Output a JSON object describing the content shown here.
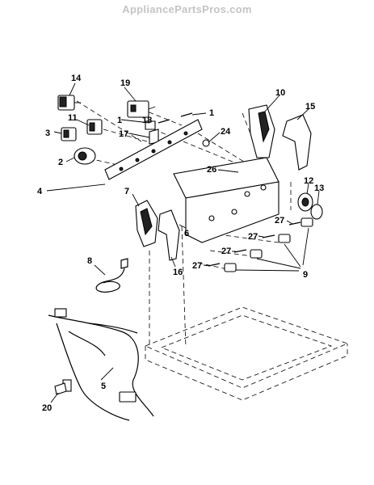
{
  "watermark": "AppliancePartsPros.com",
  "callouts": [
    {
      "id": "14",
      "label": "14"
    },
    {
      "id": "19",
      "label": "19"
    },
    {
      "id": "1a",
      "label": "1"
    },
    {
      "id": "1b",
      "label": "1"
    },
    {
      "id": "18",
      "label": "18"
    },
    {
      "id": "11",
      "label": "11"
    },
    {
      "id": "3",
      "label": "3"
    },
    {
      "id": "17",
      "label": "17"
    },
    {
      "id": "24",
      "label": "24"
    },
    {
      "id": "10",
      "label": "10"
    },
    {
      "id": "15",
      "label": "15"
    },
    {
      "id": "2",
      "label": "2"
    },
    {
      "id": "26",
      "label": "26"
    },
    {
      "id": "4",
      "label": "4"
    },
    {
      "id": "7",
      "label": "7"
    },
    {
      "id": "12",
      "label": "12"
    },
    {
      "id": "13",
      "label": "13"
    },
    {
      "id": "27a",
      "label": "27"
    },
    {
      "id": "27b",
      "label": "27"
    },
    {
      "id": "27c",
      "label": "27"
    },
    {
      "id": "27d",
      "label": "27"
    },
    {
      "id": "6",
      "label": "6"
    },
    {
      "id": "8",
      "label": "8"
    },
    {
      "id": "16",
      "label": "16"
    },
    {
      "id": "9",
      "label": "9"
    },
    {
      "id": "5",
      "label": "5"
    },
    {
      "id": "20",
      "label": "20"
    }
  ]
}
